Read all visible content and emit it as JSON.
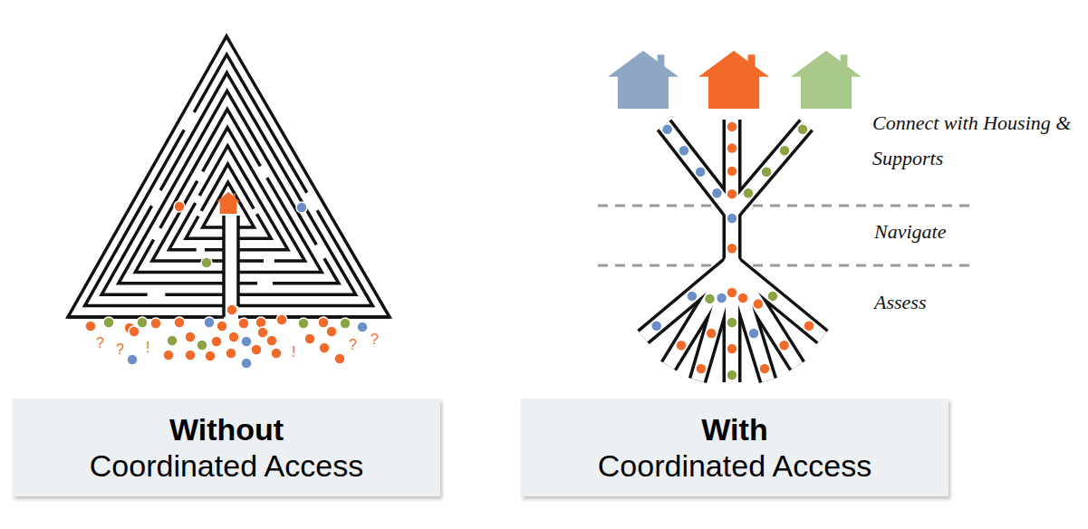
{
  "diagram": {
    "nodes": [
      {
        "text": [
          "Without",
          "Coordinated Access"
        ]
      },
      {
        "text": [
          "With",
          "Coordinated Access"
        ]
      }
    ],
    "labels": [
      "Connect with Housing & Supports",
      "Navigate",
      "Assess",
      "?",
      "?",
      "!",
      "!",
      "?",
      "?"
    ]
  }
}
